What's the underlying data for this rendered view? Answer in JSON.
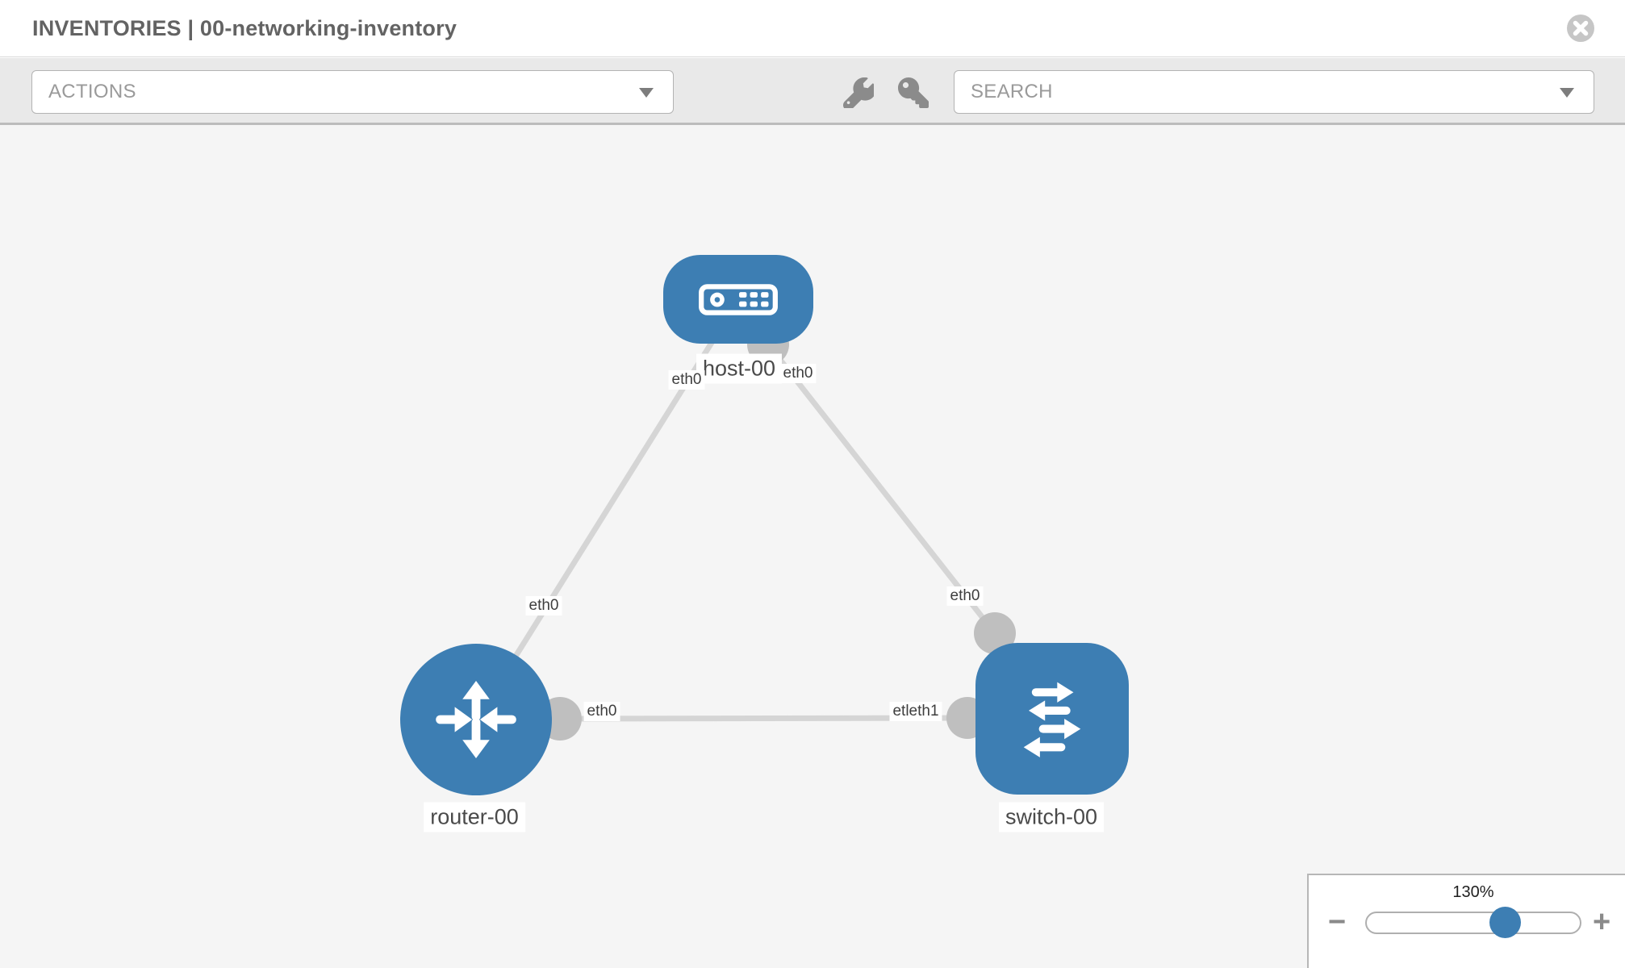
{
  "header": {
    "title": "INVENTORIES | 00-networking-inventory"
  },
  "toolbar": {
    "actions": {
      "label": "ACTIONS"
    },
    "search": {
      "placeholder": "SEARCH",
      "value": ""
    }
  },
  "topology": {
    "nodes": [
      {
        "label": "host-00",
        "type": "host"
      },
      {
        "label": "router-00",
        "type": "router"
      },
      {
        "label": "switch-00",
        "type": "switch"
      }
    ],
    "links": [
      {
        "from": "host-00",
        "to": "router-00",
        "from_label": "eth0",
        "to_label": "eth0"
      },
      {
        "from": "host-00",
        "to": "switch-00",
        "from_label": "eth0",
        "to_label": "eth0"
      },
      {
        "from": "router-00",
        "to": "switch-00",
        "from_label": "eth0",
        "to_label": "etleth1"
      }
    ]
  },
  "zoom_control": {
    "level": "130%",
    "value_percent": 130,
    "minus": "−",
    "plus": "+"
  },
  "colors": {
    "node_blue": "#3d7eb3",
    "link_gray": "#d5d5d5",
    "connector_gray": "#bfbfbf",
    "canvas_bg": "#f5f5f5"
  }
}
